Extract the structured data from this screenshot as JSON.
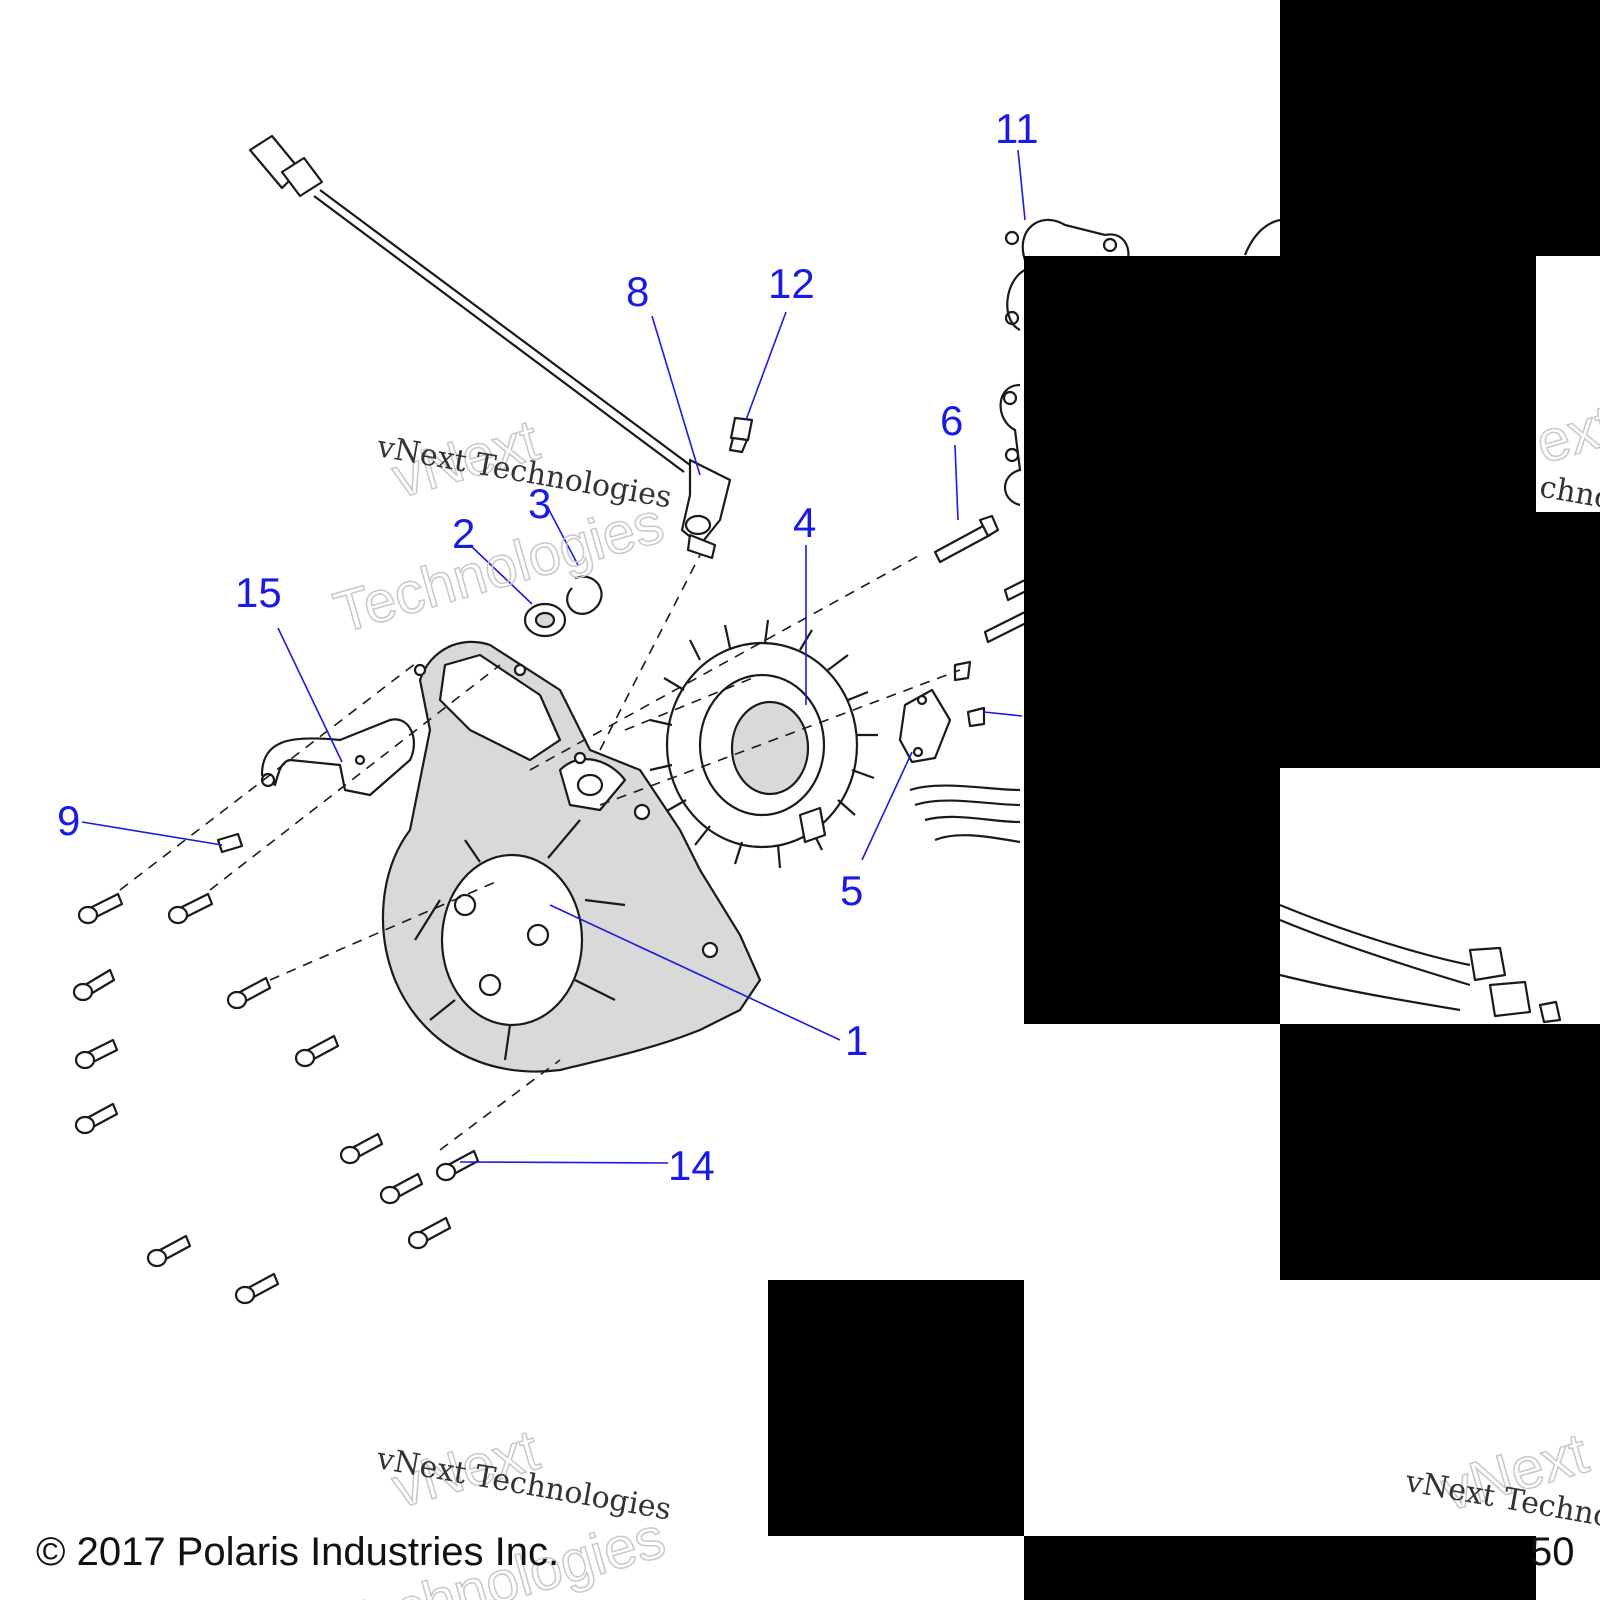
{
  "callouts": {
    "c1": "1",
    "c2": "2",
    "c3": "3",
    "c4": "4",
    "c5": "5",
    "c6": "6",
    "c8": "8",
    "c9": "9",
    "c11": "11",
    "c12": "12",
    "c14": "14",
    "c15": "15"
  },
  "watermark": {
    "line": "vNext Technologies",
    "big_top": "vNext",
    "big_bottom": "Technologies",
    "right_cut_top": "ext",
    "right_cut_mid": "chno",
    "right_cut_bottom_big": "vNext",
    "right_cut_bottom_line": "vNext Techno"
  },
  "footer": {
    "copyright": "© 2017 Polaris Industries Inc.",
    "page_number": "50"
  },
  "colors": {
    "callout": "#1a1ae6",
    "redaction": "#000000",
    "part_shading": "#d9d9d9"
  }
}
